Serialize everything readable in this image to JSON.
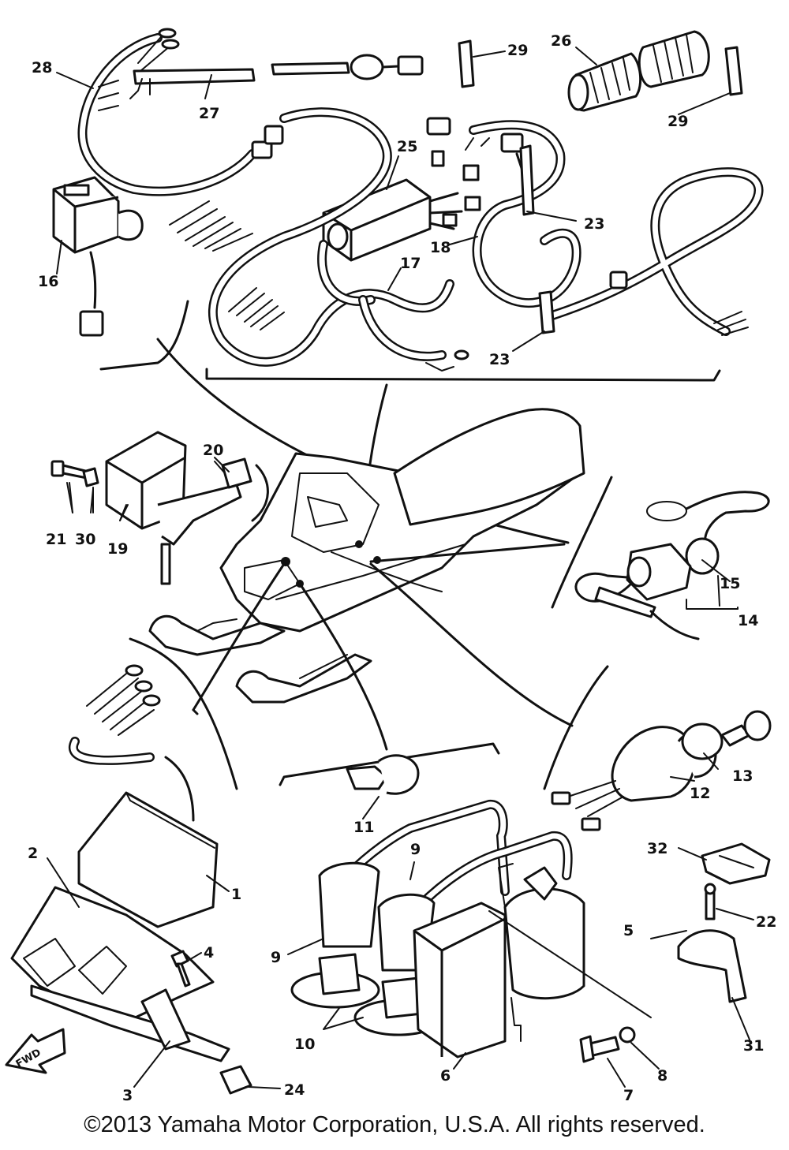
{
  "labels": {
    "l1": "1",
    "l2": "2",
    "l3": "3",
    "l4": "4",
    "l5": "5",
    "l6": "6",
    "l7": "7",
    "l8": "8",
    "l9a": "9",
    "l9b": "9",
    "l10": "10",
    "l11": "11",
    "l12": "12",
    "l13": "13",
    "l14": "14",
    "l15": "15",
    "l16": "16",
    "l17": "17",
    "l18": "18",
    "l19": "19",
    "l20": "20",
    "l21": "21",
    "l22": "22",
    "l23a": "23",
    "l23b": "23",
    "l24": "24",
    "l25": "25",
    "l26": "26",
    "l27": "27",
    "l28": "28",
    "l29a": "29",
    "l29b": "29",
    "l30": "30",
    "l31": "31",
    "l32": "32"
  },
  "fwd_tag": "FWD",
  "copyright": "©2013 Yamaha Motor Corporation, U.S.A. All rights reserved."
}
